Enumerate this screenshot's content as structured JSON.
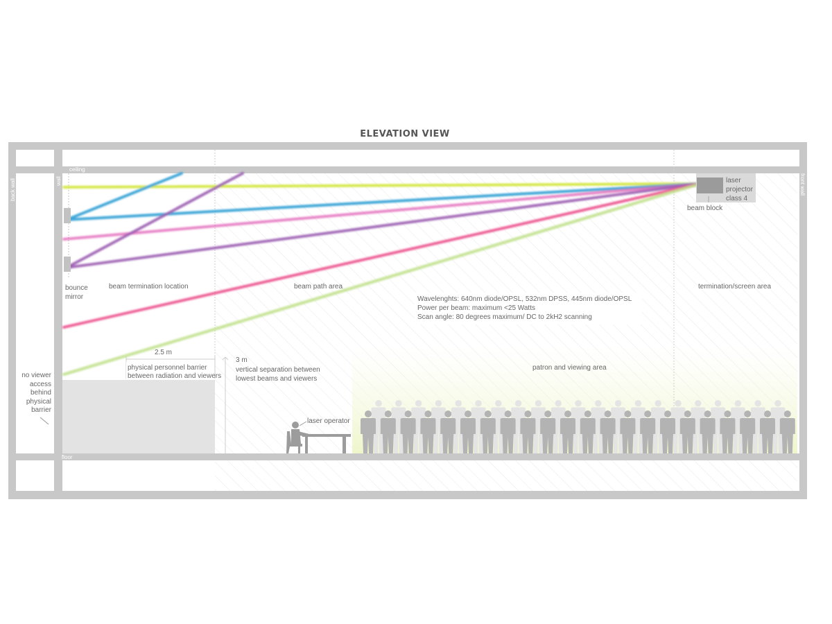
{
  "title": "ELEVATION VIEW",
  "structure": {
    "ceiling": "ceiling",
    "wall": "wall",
    "back_wall": "back wall",
    "front_wall": "front wall",
    "floor": "floor"
  },
  "labels": {
    "laser_projector": [
      "laser",
      "projector",
      "class 4"
    ],
    "beam_block": "beam block",
    "bounce_mirror": [
      "bounce",
      "mirror"
    ],
    "beam_termination_location": "beam termination location",
    "beam_path_area": "beam path area",
    "termination_screen_area": "termination/screen area",
    "barrier_distance": "2.5 m",
    "barrier_note": [
      "physical personnel barrier",
      "between radiation and viewers"
    ],
    "separation_distance": "3 m",
    "separation_note": [
      "vertical separation between",
      "lowest beams and viewers"
    ],
    "patron_area": "patron and viewing area",
    "laser_operator": "laser operator",
    "no_viewer": [
      "no viewer",
      "access",
      "behind",
      "physical",
      "barrier"
    ]
  },
  "specs": [
    "Wavelenghts: 640nm diode/OPSL, 532nm DPSS, 445nm diode/OPSL",
    "Power per beam: maximum <25 Watts",
    "Scan angle: 80 degrees maximum/ DC to 2kH2 scanning"
  ],
  "colors": {
    "structure": "#c8c8c8",
    "yellow_beam": "#d6e84a",
    "blue_beam": "#3fa7d8",
    "magenta_beam": "#e05bb4",
    "purple_beam": "#9a5bb0",
    "pink_beam": "#ec4f8c",
    "green_beam": "#bfe08a",
    "people": "#b3b3b3"
  }
}
